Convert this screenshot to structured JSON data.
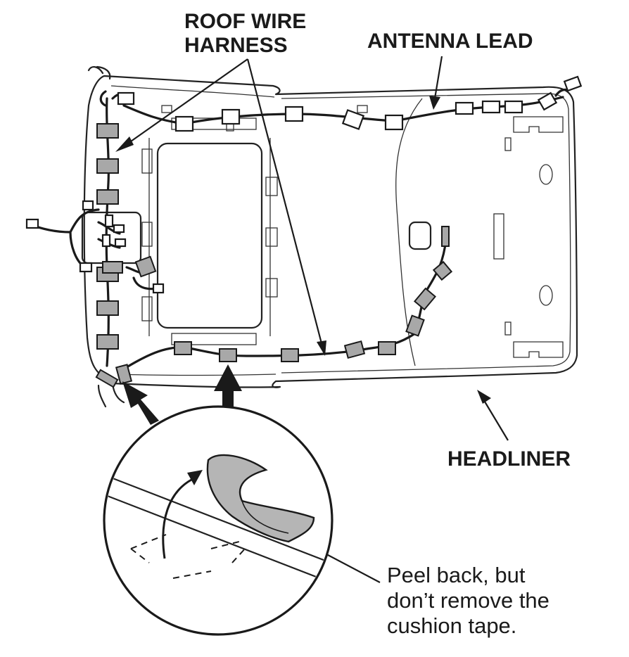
{
  "labels": {
    "roof_wire_harness_line1": "ROOF WIRE",
    "roof_wire_harness_line2": "HARNESS",
    "antenna_lead": "ANTENNA LEAD",
    "headliner": "HEADLINER",
    "note_line1": "Peel back, but",
    "note_line2": "don’t remove the",
    "note_line3": "cushion tape."
  },
  "colors": {
    "line": "#1a1a1a",
    "connector_gray": "#a8a8a8",
    "tape_gray": "#b5b5b5",
    "background": "#ffffff"
  }
}
